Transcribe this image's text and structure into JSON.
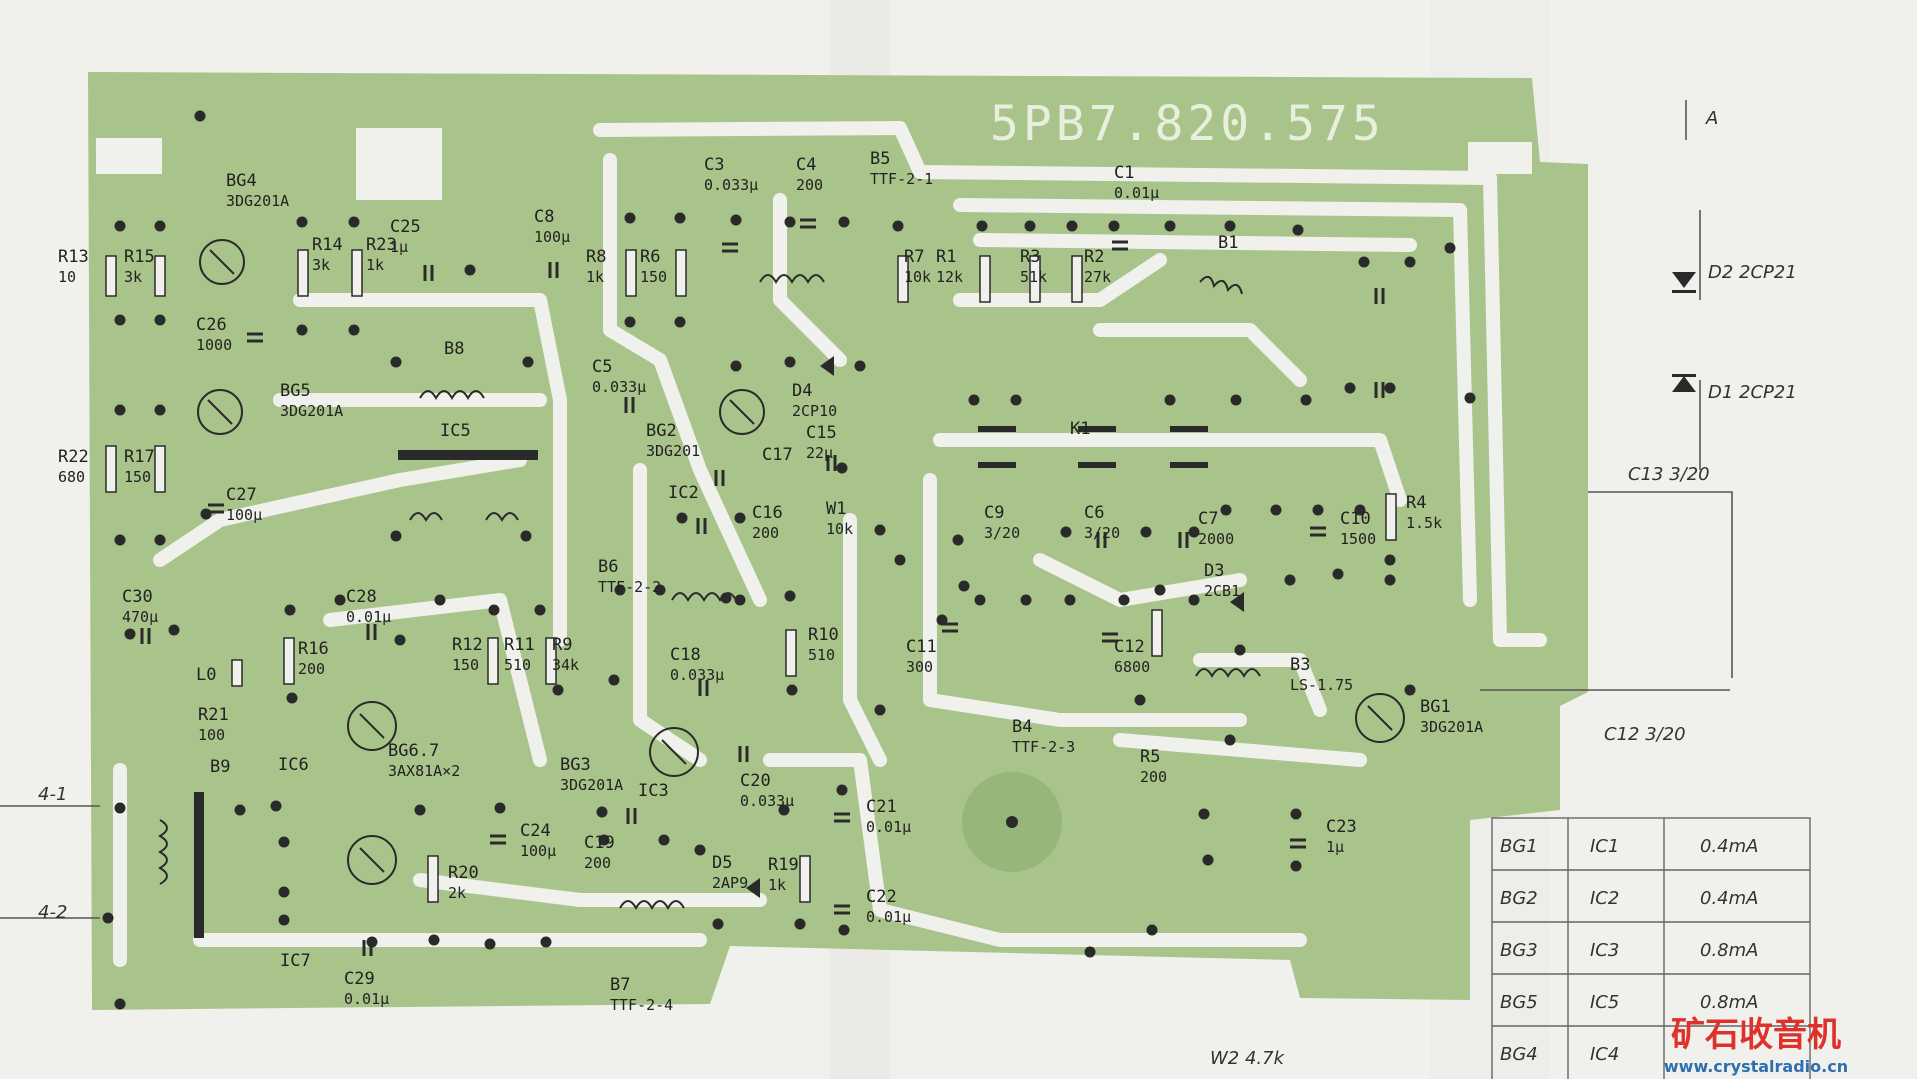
{
  "board": {
    "part_number": "5PB7.820.575",
    "colors": {
      "copper": "#a9c48a",
      "paper": "#f2f2ee",
      "ink": "#222222",
      "pad": "#2a2a2a"
    }
  },
  "components": [
    {
      "ref": "BG4",
      "value": "3DG201A"
    },
    {
      "ref": "R13",
      "value": "10"
    },
    {
      "ref": "R15",
      "value": "3k"
    },
    {
      "ref": "R14",
      "value": "3k"
    },
    {
      "ref": "R23",
      "value": "1k"
    },
    {
      "ref": "C25",
      "value": "1μ"
    },
    {
      "ref": "C8",
      "value": "100μ"
    },
    {
      "ref": "R8",
      "value": "1k"
    },
    {
      "ref": "R6",
      "value": "150"
    },
    {
      "ref": "C3",
      "value": "0.033μ"
    },
    {
      "ref": "C4",
      "value": "200"
    },
    {
      "ref": "B5",
      "value": "TTF-2-1"
    },
    {
      "ref": "C1",
      "value": "0.01μ"
    },
    {
      "ref": "R7",
      "value": "10k"
    },
    {
      "ref": "R1",
      "value": "12k"
    },
    {
      "ref": "R3",
      "value": "51k"
    },
    {
      "ref": "R2",
      "value": "27k"
    },
    {
      "ref": "B1",
      "value": ""
    },
    {
      "ref": "C26",
      "value": "1000"
    },
    {
      "ref": "BG5",
      "value": "3DG201A"
    },
    {
      "ref": "B8",
      "value": ""
    },
    {
      "ref": "IC5",
      "value": ""
    },
    {
      "ref": "R22",
      "value": "680"
    },
    {
      "ref": "R17",
      "value": "150"
    },
    {
      "ref": "C27",
      "value": "100μ"
    },
    {
      "ref": "C5",
      "value": "0.033μ"
    },
    {
      "ref": "BG2",
      "value": "3DG201"
    },
    {
      "ref": "D4",
      "value": "2CP10"
    },
    {
      "ref": "C15",
      "value": "22μ"
    },
    {
      "ref": "C17",
      "value": ""
    },
    {
      "ref": "IC2",
      "value": ""
    },
    {
      "ref": "C16",
      "value": "200"
    },
    {
      "ref": "W1",
      "value": "10k"
    },
    {
      "ref": "K1",
      "value": ""
    },
    {
      "ref": "C9",
      "value": "3/20"
    },
    {
      "ref": "C6",
      "value": "3/20"
    },
    {
      "ref": "C7",
      "value": "2000"
    },
    {
      "ref": "C10",
      "value": "1500"
    },
    {
      "ref": "R4",
      "value": "1.5k"
    },
    {
      "ref": "B6",
      "value": "TTF-2-2"
    },
    {
      "ref": "C30",
      "value": "470μ"
    },
    {
      "ref": "C28",
      "value": "0.01μ"
    },
    {
      "ref": "R16",
      "value": "200"
    },
    {
      "ref": "R12",
      "value": "150"
    },
    {
      "ref": "R11",
      "value": "510"
    },
    {
      "ref": "R9",
      "value": "34k"
    },
    {
      "ref": "C18",
      "value": "0.033μ"
    },
    {
      "ref": "R10",
      "value": "510"
    },
    {
      "ref": "C11",
      "value": "300"
    },
    {
      "ref": "C12",
      "value": "6800"
    },
    {
      "ref": "D3",
      "value": "2CB1"
    },
    {
      "ref": "B3",
      "value": "LS-1.75"
    },
    {
      "ref": "B4",
      "value": "TTF-2-3"
    },
    {
      "ref": "BG1",
      "value": "3DG201A"
    },
    {
      "ref": "R5",
      "value": "200"
    },
    {
      "ref": "L0",
      "value": ""
    },
    {
      "ref": "R21",
      "value": "100"
    },
    {
      "ref": "B9",
      "value": ""
    },
    {
      "ref": "IC6",
      "value": ""
    },
    {
      "ref": "BG6.7",
      "value": "3AX81A×2"
    },
    {
      "ref": "BG3",
      "value": "3DG201A"
    },
    {
      "ref": "C24",
      "value": "100μ"
    },
    {
      "ref": "R20",
      "value": "2k"
    },
    {
      "ref": "IC3",
      "value": ""
    },
    {
      "ref": "C20",
      "value": "0.033μ"
    },
    {
      "ref": "C21",
      "value": "0.01μ"
    },
    {
      "ref": "C19",
      "value": "200"
    },
    {
      "ref": "D5",
      "value": "2AP9"
    },
    {
      "ref": "R19",
      "value": "1k"
    },
    {
      "ref": "C22",
      "value": "0.01μ"
    },
    {
      "ref": "B7",
      "value": "TTF-2-4"
    },
    {
      "ref": "IC7",
      "value": ""
    },
    {
      "ref": "C29",
      "value": "0.01μ"
    },
    {
      "ref": "C23",
      "value": "1μ"
    }
  ],
  "side_notes": {
    "d2": "D2 2CP21",
    "d1": "D1 2CP21",
    "c13": "C13 3/20",
    "c12b": "C12 3/20",
    "w2": "W2 4.7k",
    "edge_a": "4-1",
    "edge_b": "4-2",
    "letter_a": "A"
  },
  "table": {
    "rows": [
      {
        "bg": "BG1",
        "ic": "IC1",
        "note": "0.4mA"
      },
      {
        "bg": "BG2",
        "ic": "IC2",
        "note": "0.4mA"
      },
      {
        "bg": "BG3",
        "ic": "IC3",
        "note": "0.8mA"
      },
      {
        "bg": "BG5",
        "ic": "IC5",
        "note": "0.8mA"
      },
      {
        "bg": "BG4",
        "ic": "IC4",
        "note": ""
      }
    ]
  },
  "watermark": {
    "cn": "矿石收音机",
    "url": "www.crystalradio.cn"
  }
}
